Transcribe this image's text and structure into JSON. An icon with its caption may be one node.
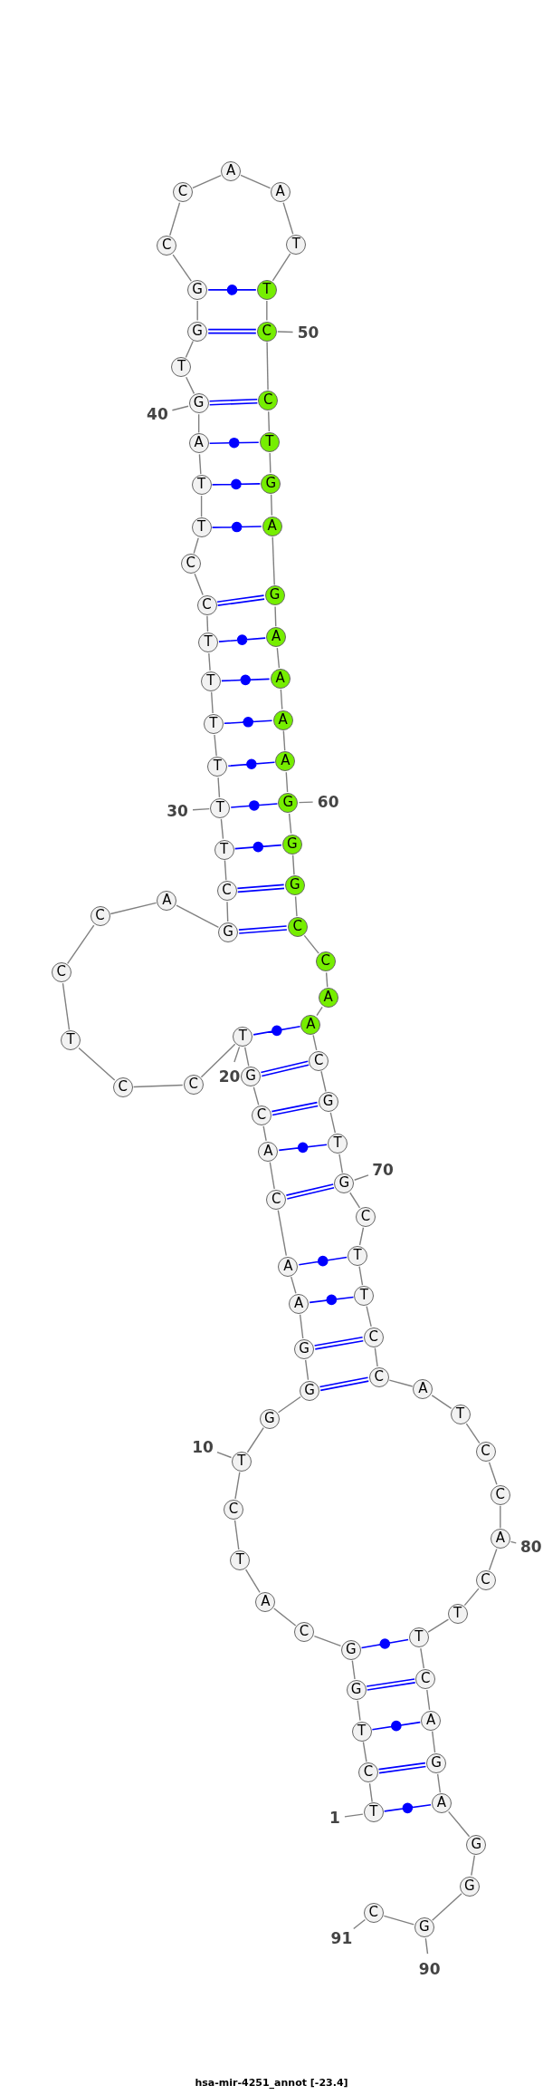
{
  "diagram": {
    "caption": "hsa-mir-4251_annot [-23.4]",
    "nodes": [
      {
        "text": [
          "T"
        ]
      },
      {
        "text": [
          "C"
        ]
      },
      {
        "text": [
          "T"
        ]
      },
      {
        "text": [
          "G"
        ]
      },
      {
        "text": [
          "G"
        ]
      },
      {
        "text": [
          "C"
        ]
      },
      {
        "text": [
          "A"
        ]
      },
      {
        "text": [
          "T"
        ]
      },
      {
        "text": [
          "C"
        ]
      },
      {
        "text": [
          "T"
        ]
      },
      {
        "text": [
          "G"
        ]
      },
      {
        "text": [
          "G"
        ]
      },
      {
        "text": [
          "G"
        ]
      },
      {
        "text": [
          "A"
        ]
      },
      {
        "text": [
          "A"
        ]
      },
      {
        "text": [
          "C"
        ]
      },
      {
        "text": [
          "A"
        ]
      },
      {
        "text": [
          "C"
        ]
      },
      {
        "text": [
          "G"
        ]
      },
      {
        "text": [
          "T"
        ]
      },
      {
        "text": [
          "C"
        ]
      },
      {
        "text": [
          "C"
        ]
      },
      {
        "text": [
          "T"
        ]
      },
      {
        "text": [
          "C"
        ]
      },
      {
        "text": [
          "C"
        ]
      },
      {
        "text": [
          "A"
        ]
      },
      {
        "text": [
          "G"
        ]
      },
      {
        "text": [
          "C"
        ]
      },
      {
        "text": [
          "T"
        ]
      },
      {
        "text": [
          "T"
        ]
      },
      {
        "text": [
          "T"
        ]
      },
      {
        "text": [
          "T"
        ]
      },
      {
        "text": [
          "T"
        ]
      },
      {
        "text": [
          "T"
        ]
      },
      {
        "text": [
          "C"
        ]
      },
      {
        "text": [
          "C"
        ]
      },
      {
        "text": [
          "T"
        ]
      },
      {
        "text": [
          "T"
        ]
      },
      {
        "text": [
          "A"
        ]
      },
      {
        "text": [
          "G"
        ]
      },
      {
        "text": [
          "T"
        ]
      },
      {
        "text": [
          "G"
        ]
      },
      {
        "text": [
          "G"
        ]
      },
      {
        "text": [
          "C"
        ]
      },
      {
        "text": [
          "C"
        ]
      },
      {
        "text": [
          "A"
        ]
      },
      {
        "text": [
          "A"
        ]
      },
      {
        "text": [
          "T"
        ]
      },
      {
        "text": [
          "T"
        ]
      },
      {
        "text": [
          "C"
        ]
      },
      {
        "text": [
          "C"
        ]
      },
      {
        "text": [
          "T"
        ]
      },
      {
        "text": [
          "G"
        ]
      },
      {
        "text": [
          "A"
        ]
      },
      {
        "text": [
          "G"
        ]
      },
      {
        "text": [
          "A"
        ]
      },
      {
        "text": [
          "A"
        ]
      },
      {
        "text": [
          "A"
        ]
      },
      {
        "text": [
          "A"
        ]
      },
      {
        "text": [
          "G"
        ]
      },
      {
        "text": [
          "G"
        ]
      },
      {
        "text": [
          "G"
        ]
      },
      {
        "text": [
          "C"
        ]
      },
      {
        "text": [
          "C"
        ]
      },
      {
        "text": [
          "A"
        ]
      },
      {
        "text": [
          "A"
        ]
      },
      {
        "text": [
          "C"
        ]
      },
      {
        "text": [
          "G"
        ]
      },
      {
        "text": [
          "T"
        ]
      },
      {
        "text": [
          "G"
        ]
      },
      {
        "text": [
          "C"
        ]
      },
      {
        "text": [
          "T"
        ]
      },
      {
        "text": [
          "T"
        ]
      },
      {
        "text": [
          "C"
        ]
      },
      {
        "text": [
          "C"
        ]
      },
      {
        "text": [
          "A"
        ]
      },
      {
        "text": [
          "T"
        ]
      },
      {
        "text": [
          "C"
        ]
      },
      {
        "text": [
          "C"
        ]
      },
      {
        "text": [
          "A"
        ]
      },
      {
        "text": [
          "C"
        ]
      },
      {
        "text": [
          "T"
        ]
      },
      {
        "text": [
          "T"
        ]
      },
      {
        "text": [
          "C"
        ]
      },
      {
        "text": [
          "A"
        ]
      },
      {
        "text": [
          "G"
        ]
      },
      {
        "text": [
          "A"
        ]
      },
      {
        "text": [
          "G"
        ]
      },
      {
        "text": [
          "G"
        ]
      },
      {
        "text": [
          "G"
        ]
      },
      {
        "text": [
          "C"
        ]
      },
      {
        "text": [
          "1"
        ]
      },
      {
        "text": [
          "10"
        ]
      },
      {
        "text": [
          "20"
        ]
      },
      {
        "text": [
          "30"
        ]
      },
      {
        "text": [
          "40"
        ]
      },
      {
        "text": [
          "50"
        ]
      },
      {
        "text": [
          "60"
        ]
      },
      {
        "text": [
          "70"
        ]
      },
      {
        "text": [
          "80"
        ]
      },
      {
        "text": [
          "90"
        ]
      },
      {
        "text": [
          "91"
        ]
      }
    ],
    "edges": [
      {
        "from": 0,
        "to": 1,
        "arrow": "none"
      },
      {
        "from": 1,
        "to": 2,
        "arrow": "none"
      },
      {
        "from": 2,
        "to": 3,
        "arrow": "none"
      },
      {
        "from": 3,
        "to": 4,
        "arrow": "none"
      },
      {
        "from": 4,
        "to": 5,
        "arrow": "none"
      },
      {
        "from": 5,
        "to": 6,
        "arrow": "none"
      },
      {
        "from": 6,
        "to": 7,
        "arrow": "none"
      },
      {
        "from": 7,
        "to": 8,
        "arrow": "none"
      },
      {
        "from": 8,
        "to": 9,
        "arrow": "none"
      },
      {
        "from": 9,
        "to": 10,
        "arrow": "none"
      },
      {
        "from": 10,
        "to": 11,
        "arrow": "none"
      },
      {
        "from": 11,
        "to": 12,
        "arrow": "none"
      },
      {
        "from": 12,
        "to": 13,
        "arrow": "none"
      },
      {
        "from": 13,
        "to": 14,
        "arrow": "none"
      },
      {
        "from": 14,
        "to": 15,
        "arrow": "none"
      },
      {
        "from": 15,
        "to": 16,
        "arrow": "none"
      },
      {
        "from": 16,
        "to": 17,
        "arrow": "none"
      },
      {
        "from": 17,
        "to": 18,
        "arrow": "none"
      },
      {
        "from": 18,
        "to": 19,
        "arrow": "none"
      },
      {
        "from": 19,
        "to": 20,
        "arrow": "none"
      },
      {
        "from": 20,
        "to": 21,
        "arrow": "none"
      },
      {
        "from": 21,
        "to": 22,
        "arrow": "none"
      },
      {
        "from": 22,
        "to": 23,
        "arrow": "none"
      },
      {
        "from": 23,
        "to": 24,
        "arrow": "none"
      },
      {
        "from": 24,
        "to": 25,
        "arrow": "none"
      },
      {
        "from": 25,
        "to": 26,
        "arrow": "none"
      },
      {
        "from": 26,
        "to": 27,
        "arrow": "none"
      },
      {
        "from": 27,
        "to": 28,
        "arrow": "none"
      },
      {
        "from": 28,
        "to": 29,
        "arrow": "none"
      },
      {
        "from": 29,
        "to": 30,
        "arrow": "none"
      },
      {
        "from": 30,
        "to": 31,
        "arrow": "none"
      },
      {
        "from": 31,
        "to": 32,
        "arrow": "none"
      },
      {
        "from": 32,
        "to": 33,
        "arrow": "none"
      },
      {
        "from": 33,
        "to": 34,
        "arrow": "none"
      },
      {
        "from": 34,
        "to": 35,
        "arrow": "none"
      },
      {
        "from": 35,
        "to": 36,
        "arrow": "none"
      },
      {
        "from": 36,
        "to": 37,
        "arrow": "none"
      },
      {
        "from": 37,
        "to": 38,
        "arrow": "none"
      },
      {
        "from": 38,
        "to": 39,
        "arrow": "none"
      },
      {
        "from": 39,
        "to": 40,
        "arrow": "none"
      },
      {
        "from": 40,
        "to": 41,
        "arrow": "none"
      },
      {
        "from": 41,
        "to": 42,
        "arrow": "none"
      },
      {
        "from": 42,
        "to": 43,
        "arrow": "none"
      },
      {
        "from": 43,
        "to": 44,
        "arrow": "none"
      },
      {
        "from": 44,
        "to": 45,
        "arrow": "none"
      },
      {
        "from": 45,
        "to": 46,
        "arrow": "none"
      },
      {
        "from": 46,
        "to": 47,
        "arrow": "none"
      },
      {
        "from": 47,
        "to": 48,
        "arrow": "none"
      },
      {
        "from": 48,
        "to": 49,
        "arrow": "none"
      },
      {
        "from": 49,
        "to": 50,
        "arrow": "none"
      },
      {
        "from": 50,
        "to": 51,
        "arrow": "none"
      },
      {
        "from": 51,
        "to": 52,
        "arrow": "none"
      },
      {
        "from": 52,
        "to": 53,
        "arrow": "none"
      },
      {
        "from": 53,
        "to": 54,
        "arrow": "none"
      },
      {
        "from": 54,
        "to": 55,
        "arrow": "none"
      },
      {
        "from": 55,
        "to": 56,
        "arrow": "none"
      },
      {
        "from": 56,
        "to": 57,
        "arrow": "none"
      },
      {
        "from": 57,
        "to": 58,
        "arrow": "none"
      },
      {
        "from": 58,
        "to": 59,
        "arrow": "none"
      },
      {
        "from": 59,
        "to": 60,
        "arrow": "none"
      },
      {
        "from": 60,
        "to": 61,
        "arrow": "none"
      },
      {
        "from": 61,
        "to": 62,
        "arrow": "none"
      },
      {
        "from": 62,
        "to": 63,
        "arrow": "none"
      },
      {
        "from": 63,
        "to": 64,
        "arrow": "none"
      },
      {
        "from": 64,
        "to": 65,
        "arrow": "none"
      },
      {
        "from": 65,
        "to": 66,
        "arrow": "none"
      },
      {
        "from": 66,
        "to": 67,
        "arrow": "none"
      },
      {
        "from": 67,
        "to": 68,
        "arrow": "none"
      },
      {
        "from": 68,
        "to": 69,
        "arrow": "none"
      },
      {
        "from": 69,
        "to": 70,
        "arrow": "none"
      },
      {
        "from": 70,
        "to": 71,
        "arrow": "none"
      },
      {
        "from": 71,
        "to": 72,
        "arrow": "none"
      },
      {
        "from": 72,
        "to": 73,
        "arrow": "none"
      },
      {
        "from": 73,
        "to": 74,
        "arrow": "none"
      },
      {
        "from": 74,
        "to": 75,
        "arrow": "none"
      },
      {
        "from": 75,
        "to": 76,
        "arrow": "none"
      },
      {
        "from": 76,
        "to": 77,
        "arrow": "none"
      },
      {
        "from": 77,
        "to": 78,
        "arrow": "none"
      },
      {
        "from": 78,
        "to": 79,
        "arrow": "none"
      },
      {
        "from": 79,
        "to": 80,
        "arrow": "none"
      },
      {
        "from": 80,
        "to": 81,
        "arrow": "none"
      },
      {
        "from": 81,
        "to": 82,
        "arrow": "none"
      },
      {
        "from": 82,
        "to": 83,
        "arrow": "none"
      },
      {
        "from": 83,
        "to": 84,
        "arrow": "none"
      },
      {
        "from": 84,
        "to": 85,
        "arrow": "none"
      },
      {
        "from": 85,
        "to": 86,
        "arrow": "none"
      },
      {
        "from": 86,
        "to": 87,
        "arrow": "none"
      },
      {
        "from": 87,
        "to": 88,
        "arrow": "none"
      },
      {
        "from": 88,
        "to": 89,
        "arrow": "none"
      },
      {
        "from": 89,
        "to": 90,
        "arrow": "none"
      },
      {
        "from": 42,
        "to": 48,
        "arrow": "none",
        "color": "#0000ff"
      },
      {
        "from": 41,
        "to": 49,
        "arrow": "none",
        "color": "#0000ff"
      },
      {
        "from": 39,
        "to": 50,
        "arrow": "none",
        "color": "#0000ff"
      },
      {
        "from": 38,
        "to": 51,
        "arrow": "none",
        "color": "#0000ff"
      },
      {
        "from": 37,
        "to": 52,
        "arrow": "none",
        "color": "#0000ff"
      },
      {
        "from": 36,
        "to": 53,
        "arrow": "none",
        "color": "#0000ff"
      },
      {
        "from": 34,
        "to": 54,
        "arrow": "none",
        "color": "#0000ff"
      },
      {
        "from": 33,
        "to": 55,
        "arrow": "none",
        "color": "#0000ff"
      },
      {
        "from": 32,
        "to": 56,
        "arrow": "none",
        "color": "#0000ff"
      },
      {
        "from": 31,
        "to": 57,
        "arrow": "none",
        "color": "#0000ff"
      },
      {
        "from": 30,
        "to": 58,
        "arrow": "none",
        "color": "#0000ff"
      },
      {
        "from": 29,
        "to": 59,
        "arrow": "none",
        "color": "#0000ff"
      },
      {
        "from": 28,
        "to": 60,
        "arrow": "none",
        "color": "#0000ff"
      },
      {
        "from": 27,
        "to": 61,
        "arrow": "none",
        "color": "#0000ff"
      },
      {
        "from": 26,
        "to": 62,
        "arrow": "none",
        "color": "#0000ff"
      },
      {
        "from": 19,
        "to": 65,
        "arrow": "none",
        "color": "#0000ff"
      },
      {
        "from": 18,
        "to": 66,
        "arrow": "none",
        "color": "#0000ff"
      },
      {
        "from": 17,
        "to": 67,
        "arrow": "none",
        "color": "#0000ff"
      },
      {
        "from": 16,
        "to": 68,
        "arrow": "none",
        "color": "#0000ff"
      },
      {
        "from": 15,
        "to": 69,
        "arrow": "none",
        "color": "#0000ff"
      },
      {
        "from": 14,
        "to": 71,
        "arrow": "none",
        "color": "#0000ff"
      },
      {
        "from": 13,
        "to": 72,
        "arrow": "none",
        "color": "#0000ff"
      },
      {
        "from": 12,
        "to": 73,
        "arrow": "none",
        "color": "#0000ff"
      },
      {
        "from": 11,
        "to": 74,
        "arrow": "none",
        "color": "#0000ff"
      },
      {
        "from": 4,
        "to": 82,
        "arrow": "none",
        "color": "#0000ff"
      },
      {
        "from": 3,
        "to": 83,
        "arrow": "none",
        "color": "#0000ff"
      },
      {
        "from": 2,
        "to": 84,
        "arrow": "none",
        "color": "#0000ff"
      },
      {
        "from": 1,
        "to": 85,
        "arrow": "none",
        "color": "#0000ff"
      },
      {
        "from": 0,
        "to": 86,
        "arrow": "none",
        "color": "#0000ff"
      },
      {
        "from": 91,
        "to": 0,
        "arrow": "none"
      },
      {
        "from": 92,
        "to": 9,
        "arrow": "none"
      },
      {
        "from": 93,
        "to": 19,
        "arrow": "none"
      },
      {
        "from": 94,
        "to": 29,
        "arrow": "none"
      },
      {
        "from": 95,
        "to": 39,
        "arrow": "none"
      },
      {
        "from": 96,
        "to": 49,
        "arrow": "none"
      },
      {
        "from": 97,
        "to": 59,
        "arrow": "none"
      },
      {
        "from": 98,
        "to": 69,
        "arrow": "none"
      },
      {
        "from": 99,
        "to": 79,
        "arrow": "none"
      },
      {
        "from": 100,
        "to": 89,
        "arrow": "none"
      },
      {
        "from": 101,
        "to": 90,
        "arrow": "none"
      }
    ]
  }
}
